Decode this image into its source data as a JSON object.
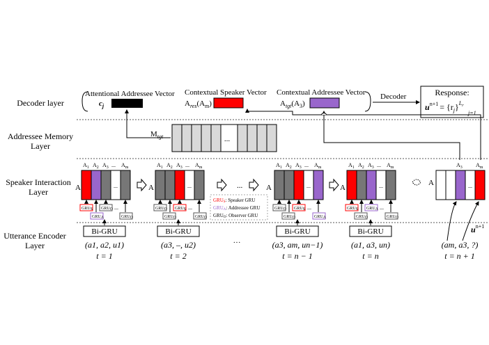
{
  "layers": {
    "decoder": "Decoder layer",
    "memory_line1": "Addressee Memory",
    "memory_line2": "Layer",
    "interaction_line1": "Speaker Interaction",
    "interaction_line2": "Layer",
    "encoder_line1": "Utterance Encoder",
    "encoder_line2": "Layer"
  },
  "decoder_section": {
    "attentional_title": "Attentional Addressee Vector",
    "attentional_var": "c",
    "attentional_sub": "j",
    "speaker_title": "Contextual Speaker Vector",
    "speaker_var": "A",
    "speaker_sub": "res",
    "speaker_arg": "(A",
    "speaker_arg_sub": "m",
    "speaker_arg_end": ")",
    "addressee_title": "Contextual Addressee Vector",
    "addressee_var": "A",
    "addressee_sub": "tgt",
    "addressee_arg": "(A",
    "addressee_arg_sub": "3",
    "addressee_arg_end": ")",
    "decoder_label": "Decoder",
    "response_title": "Response:",
    "response_u": "u",
    "response_sup": "n+1",
    "response_eq": "= {r",
    "response_j": "j",
    "response_close": "}",
    "response_Lr": "L",
    "response_Lr_sub": "r",
    "response_lower": "j=1"
  },
  "memory": {
    "label": "M",
    "label_sub": "tgt"
  },
  "agents": {
    "a1": "A",
    "a1_sub": "1",
    "a2": "A",
    "a2_sub": "2",
    "a3": "A",
    "a3_sub": "3",
    "dots": "...",
    "am": "A",
    "am_sub": "m",
    "side": "A"
  },
  "gru": {
    "base": "GRU",
    "speaker_sub": "S",
    "addressee_sub": "A",
    "observer_sub": "O"
  },
  "legend": {
    "speaker": "GRU",
    "speaker_sub": "S",
    "speaker_text": ": Speaker GRU",
    "addressee": "GRU",
    "addressee_sub": "A",
    "addressee_text": ": Addressee GRU",
    "observer": "GRU",
    "observer_sub": "O",
    "observer_text": ": Observer GRU"
  },
  "bigru": "Bi-GRU",
  "ellipsis": "···",
  "timesteps": [
    {
      "tuple": "(a1, a2, u1)",
      "t": "t = 1"
    },
    {
      "tuple": "(a3, –, u2)",
      "t": "t = 2"
    },
    {
      "tuple": "(a3, am, un−1)",
      "t": "t = n − 1"
    },
    {
      "tuple": "(a1, a3, un)",
      "t": "t = n"
    },
    {
      "tuple": "(am, a3, ?)",
      "t": "t = n + 1"
    }
  ],
  "un1_label": "u",
  "un1_sup": "n+1",
  "colors": {
    "speaker": "#ff0000",
    "addressee": "#9966cc",
    "observer": "#777777",
    "memory": "#d9d9d9"
  }
}
